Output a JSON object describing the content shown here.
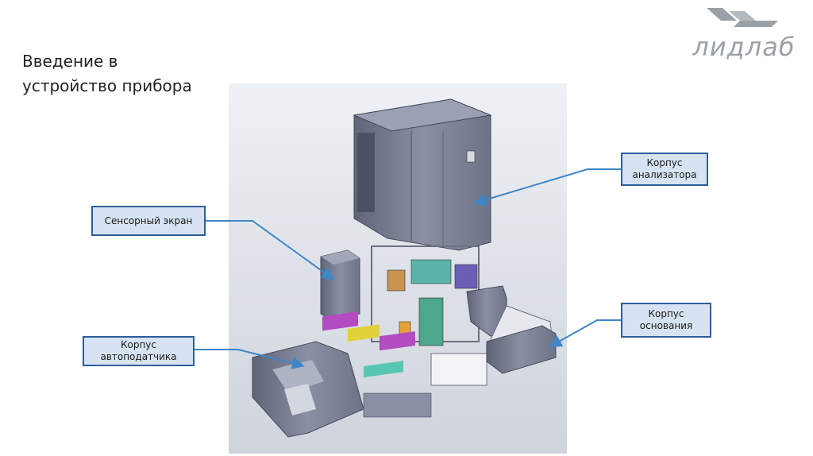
{
  "slide": {
    "title_line1": "Введение в",
    "title_line2": "устройство прибора"
  },
  "logo": {
    "text": "лидлаб",
    "color": "#9aa0a6"
  },
  "callouts": {
    "analyzer": {
      "line1": "Корпус",
      "line2": "анализатора"
    },
    "touchscreen": {
      "line1": "Сенсорный экран"
    },
    "base": {
      "line1": "Корпус",
      "line2": "основания"
    },
    "autosampler": {
      "line1": "Корпус",
      "line2": "автоподатчика"
    }
  },
  "colors": {
    "callout_fill": "#d7e3f2",
    "callout_border": "#2e5d9a",
    "arrow": "#3f86c8",
    "housing": "#7a7f93"
  }
}
